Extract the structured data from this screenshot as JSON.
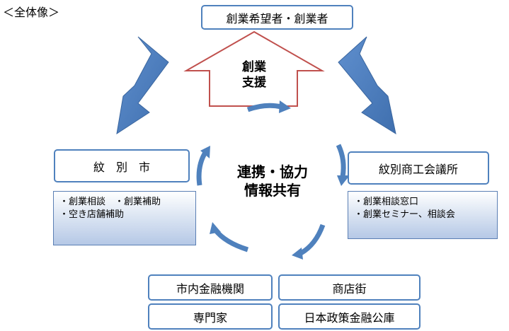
{
  "title": "＜全体像＞",
  "top_box": "創業希望者・創業者",
  "support": {
    "line1": "創業",
    "line2": "支援"
  },
  "center": {
    "line1": "連携・協力",
    "line2": "情報共有"
  },
  "left": {
    "title": "紋　別　市",
    "items": [
      "・創業相談　・創業補助",
      "・空き店舗補助"
    ]
  },
  "right": {
    "title": "紋別商工会議所",
    "items": [
      "・創業相談窓口",
      "・創業セミナー、相談会"
    ]
  },
  "bottom": {
    "boxes": [
      "市内金融機関",
      "商店街",
      "専門家",
      "日本政策金融公庫"
    ]
  },
  "colors": {
    "box_border": "#4f81bd",
    "arrow_fill": "#4f81bd",
    "support_arrow_border": "#c0504d"
  }
}
